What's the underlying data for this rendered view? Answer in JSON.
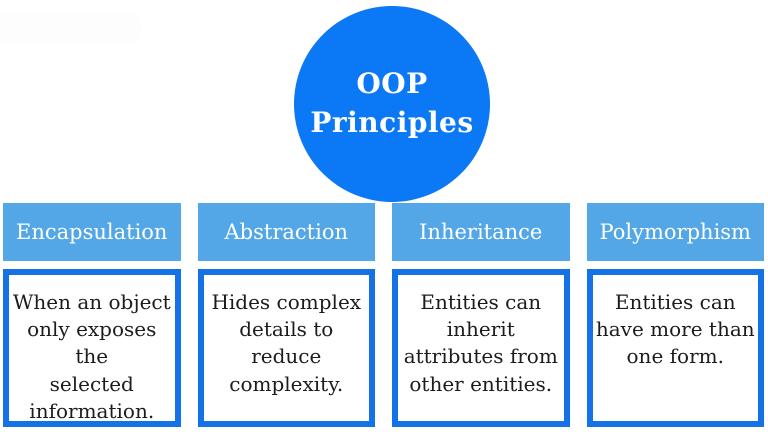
{
  "diagram": {
    "title_lines": [
      "OOP",
      "Principles"
    ],
    "principles": [
      {
        "name": "Encapsulation",
        "description_lines": [
          "When an object",
          "only exposes the",
          "selected",
          "information."
        ]
      },
      {
        "name": "Abstraction",
        "description_lines": [
          "Hides complex",
          "details to reduce",
          "complexity."
        ]
      },
      {
        "name": "Inheritance",
        "description_lines": [
          "Entities can",
          "inherit",
          "attributes from",
          "other entities."
        ]
      },
      {
        "name": "Polymorphism",
        "description_lines": [
          "Entities can",
          "have more than",
          "one form."
        ]
      }
    ]
  },
  "colors": {
    "circle_fill": "#0b78f5",
    "header_fill": "#54a7e7",
    "box_border": "#1572e6",
    "title_text": "#ffffff",
    "body_text": "#1c1c1c",
    "canvas_bg": "#ffffff"
  }
}
